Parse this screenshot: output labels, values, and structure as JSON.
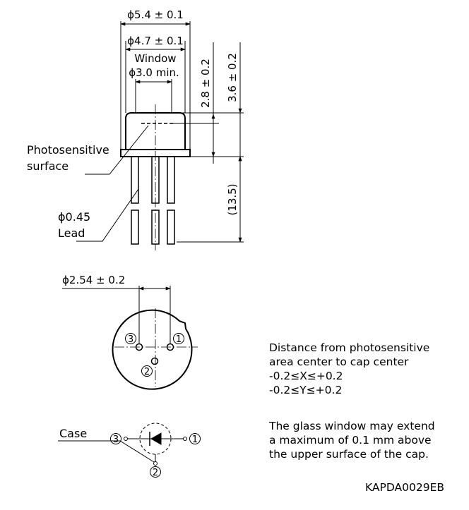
{
  "dimensions": {
    "outer_diameter": "ϕ5.4 ± 0.1",
    "cap_diameter": "ϕ4.7 ± 0.1",
    "window_label": "Window",
    "window_diameter": "ϕ3.0 min.",
    "surface_height": "2.8 ± 0.2",
    "cap_height": "3.6 ± 0.2",
    "lead_length": "(13.5)",
    "lead_diameter": "ϕ0.45",
    "lead_label": "Lead",
    "pin_spacing": "ϕ2.54 ± 0.2"
  },
  "labels": {
    "photosensitive_1": "Photosensitive",
    "photosensitive_2": "surface",
    "case": "Case"
  },
  "pins": {
    "pin1": "1",
    "pin2": "2",
    "pin3": "3"
  },
  "notes": {
    "distance_lines": [
      "Distance from photosensitive",
      "area center to cap center",
      "-0.2≤X≤+0.2",
      "-0.2≤Y≤+0.2"
    ],
    "glass_lines": [
      "The glass window may extend",
      "a maximum of 0.1 mm above",
      "the upper surface of the cap."
    ]
  },
  "code": "KAPDA0029EB"
}
